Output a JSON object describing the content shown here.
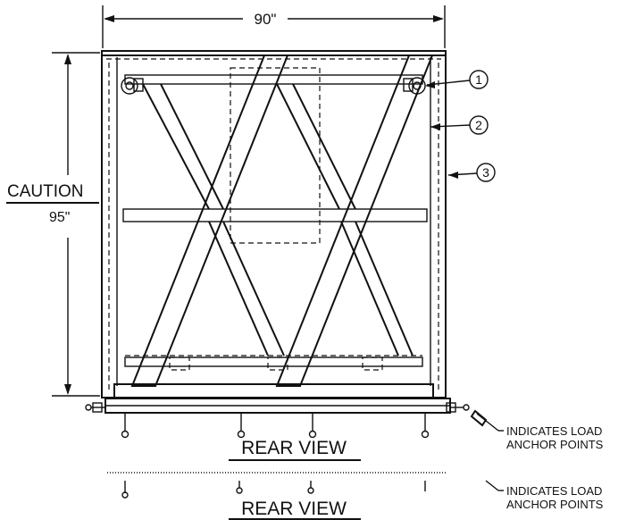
{
  "dimensions": {
    "width_label": "90\"",
    "height_label": "95\"",
    "caution_label": "CAUTION"
  },
  "callouts": {
    "c1": "1",
    "c2": "2",
    "c3": "3"
  },
  "views": [
    {
      "title": "REAR VIEW",
      "note_line1": "INDICATES LOAD",
      "note_line2": "ANCHOR POINTS"
    },
    {
      "title": "REAR VIEW",
      "note_line1": "INDICATES LOAD",
      "note_line2": "ANCHOR POINTS"
    }
  ]
}
